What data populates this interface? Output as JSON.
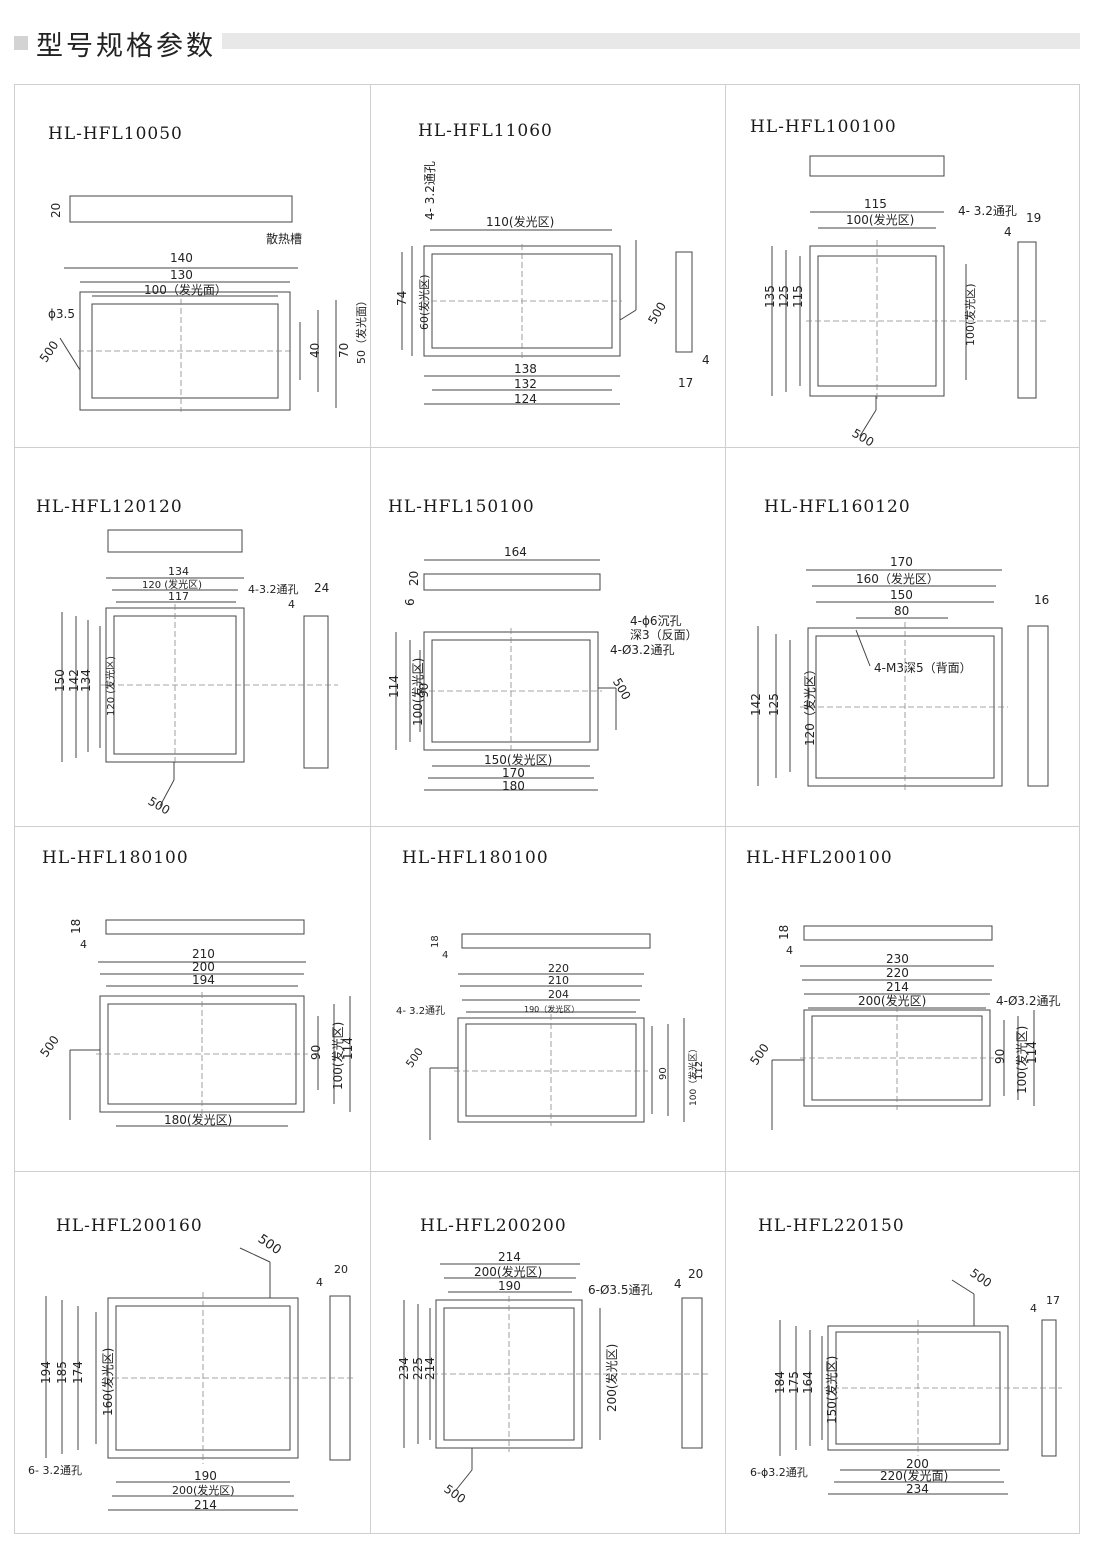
{
  "header": {
    "title": "型号规格参数"
  },
  "cells": [
    {
      "model": "HL-HFL10050",
      "labels": {
        "h": "20",
        "groove": "散热槽",
        "w_outer": "140",
        "w_mid": "130",
        "w_emit": "100（发光面）",
        "hole": "ϕ3.5",
        "cable": "500",
        "h_inner": "40",
        "h_emit": "50（发光面）",
        "h_outer": "70"
      }
    },
    {
      "model": "HL-HFL11060",
      "labels": {
        "holes": "4-  3.2通孔",
        "w_emit": "110(发光区)",
        "h_outer": "74",
        "h_emit": "60(发光区)",
        "cable": "500",
        "w1": "138",
        "w2": "132",
        "w3": "124",
        "t1": "4",
        "t2": "17"
      }
    },
    {
      "model": "HL-HFL100100",
      "labels": {
        "holes": "4-  3.2通孔",
        "w_outer": "115",
        "w_emit": "100(发光区)",
        "t1": "19",
        "t2": "4",
        "h1": "135",
        "h2": "125",
        "h3": "115",
        "h_emit": "100(发光区)",
        "cable": "500"
      }
    },
    {
      "model": "HL-HFL120120",
      "labels": {
        "w1": "134",
        "w_emit": "120 (发光区)",
        "w2": "117",
        "holes": "4-3.2通孔",
        "t1": "24",
        "t2": "4",
        "h1": "150",
        "h2": "142",
        "h3": "134",
        "h_emit": "120 (发光区)",
        "cable": "500"
      }
    },
    {
      "model": "HL-HFL150100",
      "labels": {
        "w_top": "164",
        "h1": "20",
        "h2": "6",
        "holes1": "4-ϕ6沉孔",
        "holes1b": "深3（反面）",
        "holes2": "4-Ø3.2通孔",
        "h_outer": "114",
        "h_emit": "100(发光区)",
        "h_inner": "90",
        "cable": "500",
        "w_emit": "150(发光区)",
        "w2": "170",
        "w3": "180"
      }
    },
    {
      "model": "HL-HFL160120",
      "labels": {
        "w1": "170",
        "w_emit": "160（发光区）",
        "w2": "150",
        "w3": "80",
        "t": "16",
        "holes": "4-M3深5（背面）",
        "h1": "142",
        "h2": "125",
        "h_emit": "120（发光区）"
      }
    },
    {
      "model": "HL-HFL180100",
      "labels": {
        "h1": "18",
        "h2": "4",
        "w1": "210",
        "w2": "200",
        "w3": "194",
        "cable": "500",
        "h3": "90",
        "h_emit": "100(发光区)",
        "h_outer": "114",
        "w_emit": "180(发光区)"
      }
    },
    {
      "model": "HL-HFL180100",
      "labels": {
        "h1": "18",
        "h2": "4",
        "w1": "220",
        "w2": "210",
        "w3": "204",
        "w_emit": "190（发光区）",
        "holes": "4-  3.2通孔",
        "cable": "500",
        "h3": "90",
        "h_emit": "100（发光区）",
        "h_outer": "112"
      }
    },
    {
      "model": "HL-HFL200100",
      "labels": {
        "h1": "18",
        "h2": "4",
        "w1": "230",
        "w2": "220",
        "w3": "214",
        "w_emit": "200(发光区)",
        "holes": "4-Ø3.2通孔",
        "cable": "500",
        "h3": "90",
        "h_emit": "100(发光区)",
        "h_outer": "114"
      }
    },
    {
      "model": "HL-HFL200160",
      "labels": {
        "cable": "500",
        "t1": "4",
        "t2": "20",
        "h1": "194",
        "h2": "185",
        "h3": "174",
        "h_emit": "160(发光区)",
        "holes": "6-  3.2通孔",
        "w1": "190",
        "w_emit": "200(发光区)",
        "w2": "214"
      }
    },
    {
      "model": "HL-HFL200200",
      "labels": {
        "w1": "214",
        "w_emit": "200(发光区)",
        "w2": "190",
        "holes": "6-Ø3.5通孔",
        "t1": "4",
        "t2": "20",
        "h1": "234",
        "h2": "225",
        "h3": "214",
        "h_emit": "200(发光区)",
        "cable": "500"
      }
    },
    {
      "model": "HL-HFL220150",
      "labels": {
        "cable": "500",
        "t1": "4",
        "t2": "17",
        "h1": "184",
        "h2": "175",
        "h3": "164",
        "h_emit": "150(发光区)",
        "holes": "6-ϕ3.2通孔",
        "w1": "200",
        "w_emit": "220(发光面)",
        "w2": "234"
      }
    }
  ]
}
